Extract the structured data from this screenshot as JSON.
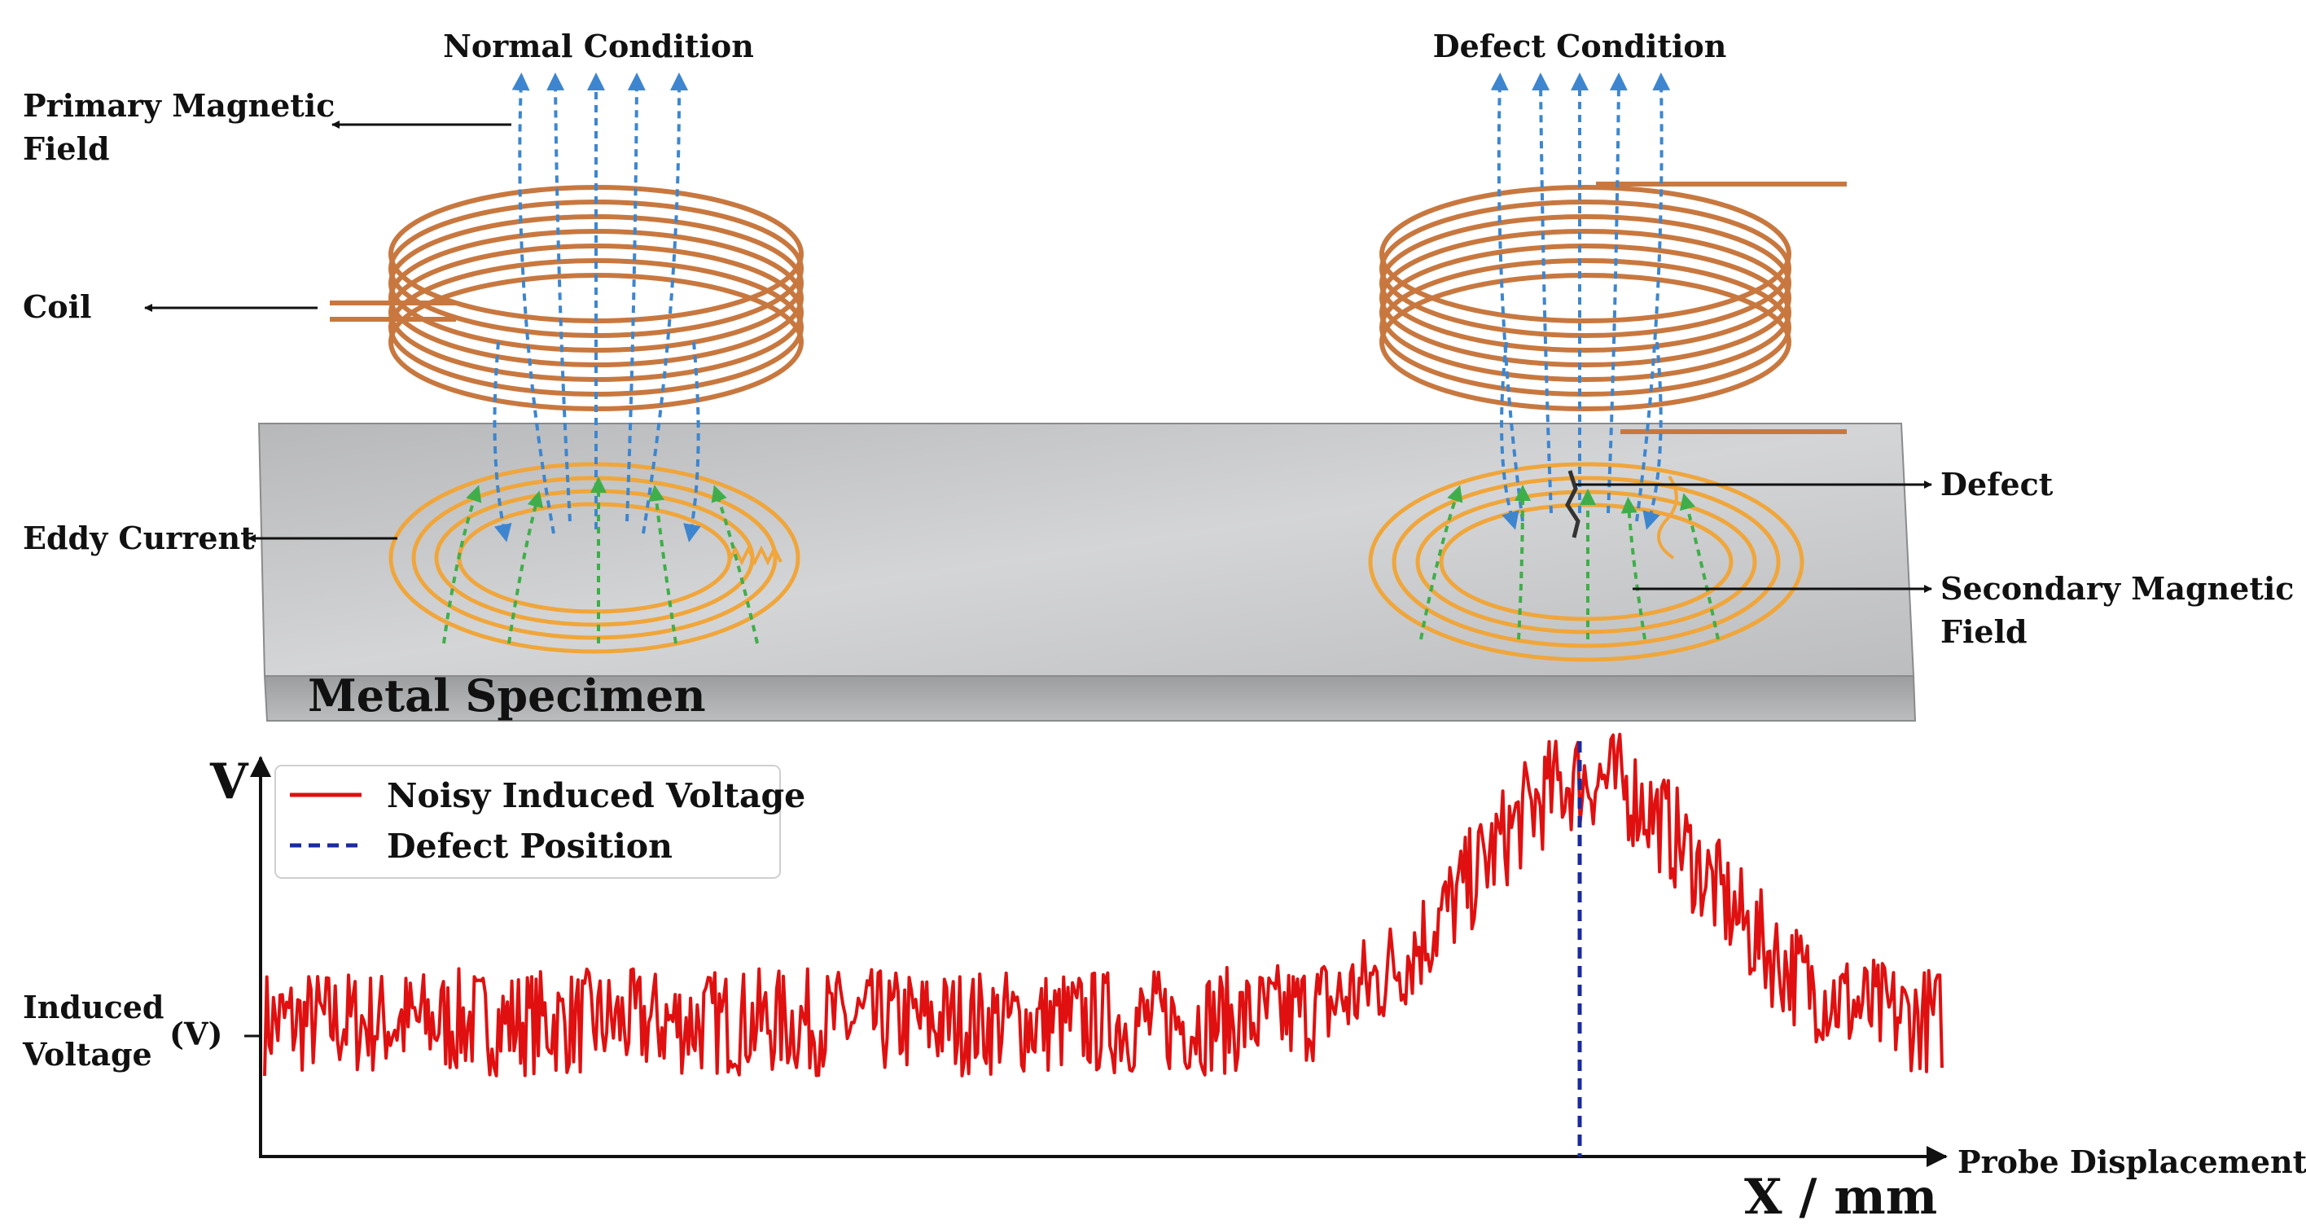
{
  "labels": {
    "normal_condition": "Normal Condition",
    "defect_condition": "Defect Condition",
    "primary_magnetic_field_line1": "Primary Magnetic",
    "primary_magnetic_field_line2": "Field",
    "coil": "Coil",
    "eddy_current": "Eddy Current",
    "metal_specimen": "Metal Specimen",
    "defect": "Defect",
    "secondary_magnetic_field_line1": "Secondary Magnetic",
    "secondary_magnetic_field_line2": "Field"
  },
  "chart": {
    "y_axis_symbol": "V",
    "y_label_line1": "Induced",
    "y_label_line2": "Voltage",
    "y_unit": "(V)",
    "x_label": "Probe Displacement",
    "x_unit": "X / mm",
    "legend": {
      "noisy_voltage": "Noisy Induced Voltage",
      "defect_position": "Defect Position"
    }
  },
  "colors": {
    "copper": "#c8783f",
    "eddy": "#f0a63a",
    "primary_field": "#3d86cf",
    "secondary_field": "#3fae4a",
    "signal": "#e01010",
    "defect_line": "#1a2aa0"
  },
  "chart_data": {
    "type": "line",
    "series": [
      {
        "name": "Noisy Induced Voltage",
        "baseline": 0,
        "peak": 1,
        "noise_amplitude": 0.22
      },
      {
        "name": "Defect Position"
      }
    ],
    "x_relative_defect": 0.79,
    "xlabel": "Probe Displacement",
    "ylabel": "Induced Voltage (V)"
  }
}
